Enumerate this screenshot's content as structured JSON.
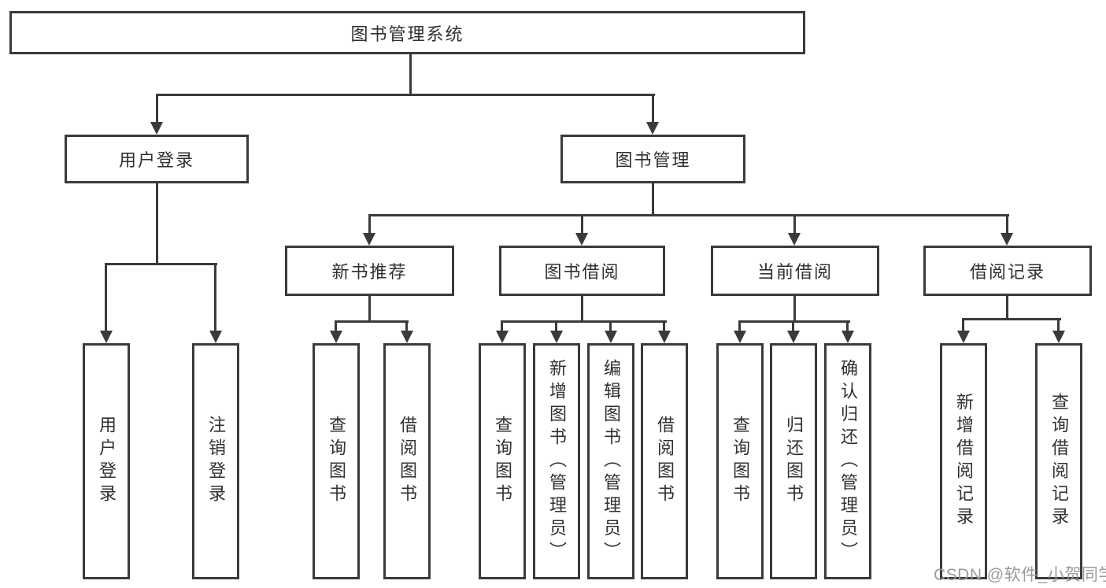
{
  "colors": {
    "line": "#3a3a3a",
    "text": "#303030",
    "watermark": "#9b9b9b",
    "background": "#ffffff"
  },
  "diagram": {
    "root": {
      "label": "图书管理系统"
    },
    "branches": [
      {
        "label": "用户登录",
        "children": [
          {
            "label": "用户登录"
          },
          {
            "label": "注销登录"
          }
        ]
      },
      {
        "label": "图书管理",
        "children": [
          {
            "label": "新书推荐",
            "children": [
              {
                "label": "查询图书"
              },
              {
                "label": "借阅图书"
              }
            ]
          },
          {
            "label": "图书借阅",
            "children": [
              {
                "label": "查询图书"
              },
              {
                "label": "新增图书（管理员）"
              },
              {
                "label": "编辑图书（管理员）"
              },
              {
                "label": "借阅图书"
              }
            ]
          },
          {
            "label": "当前借阅",
            "children": [
              {
                "label": "查询图书"
              },
              {
                "label": "归还图书"
              },
              {
                "label": "确认归还（管理员）"
              }
            ]
          },
          {
            "label": "借阅记录",
            "children": [
              {
                "label": "新增借阅记录"
              },
              {
                "label": "查询借阅记录"
              }
            ]
          }
        ]
      }
    ]
  },
  "watermark": {
    "text": "CSDN @软件_小贺同学"
  }
}
